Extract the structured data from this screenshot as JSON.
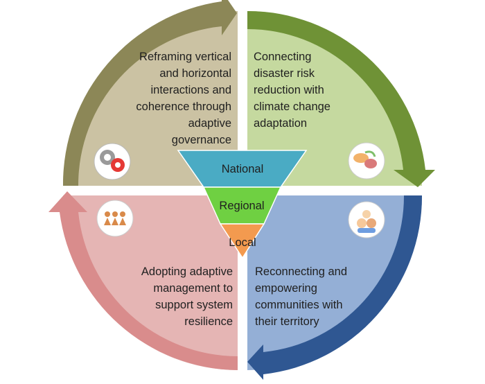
{
  "quadrants": {
    "top_left": {
      "text": "Reframing vertical\nand horizontal\ninteractions and\ncoherence through\nadaptive\ngovernance",
      "icon": "gears-icon",
      "fill": "#cbc2a3",
      "arrow": "#8c8757"
    },
    "top_right": {
      "text": "Connecting\ndisaster risk\nreduction with\nclimate change\nadaptation",
      "icon": "climate-risk-icon",
      "fill": "#c5d99f",
      "arrow": "#6f9236"
    },
    "bottom_right": {
      "text": "Reconnecting and\nempowering\ncommunities with\ntheir territory",
      "icon": "community-faces-icon",
      "fill": "#94afd6",
      "arrow": "#2f5792"
    },
    "bottom_left": {
      "text": "Adopting adaptive\nmanagement to\nsupport system\nresilience",
      "icon": "people-group-icon",
      "fill": "#e5b5b4",
      "arrow": "#d98c8c"
    }
  },
  "levels": [
    {
      "label": "National",
      "color": "#4aabc4"
    },
    {
      "label": "Regional",
      "color": "#6fd042"
    },
    {
      "label": "Local",
      "color": "#f39a4f"
    }
  ]
}
